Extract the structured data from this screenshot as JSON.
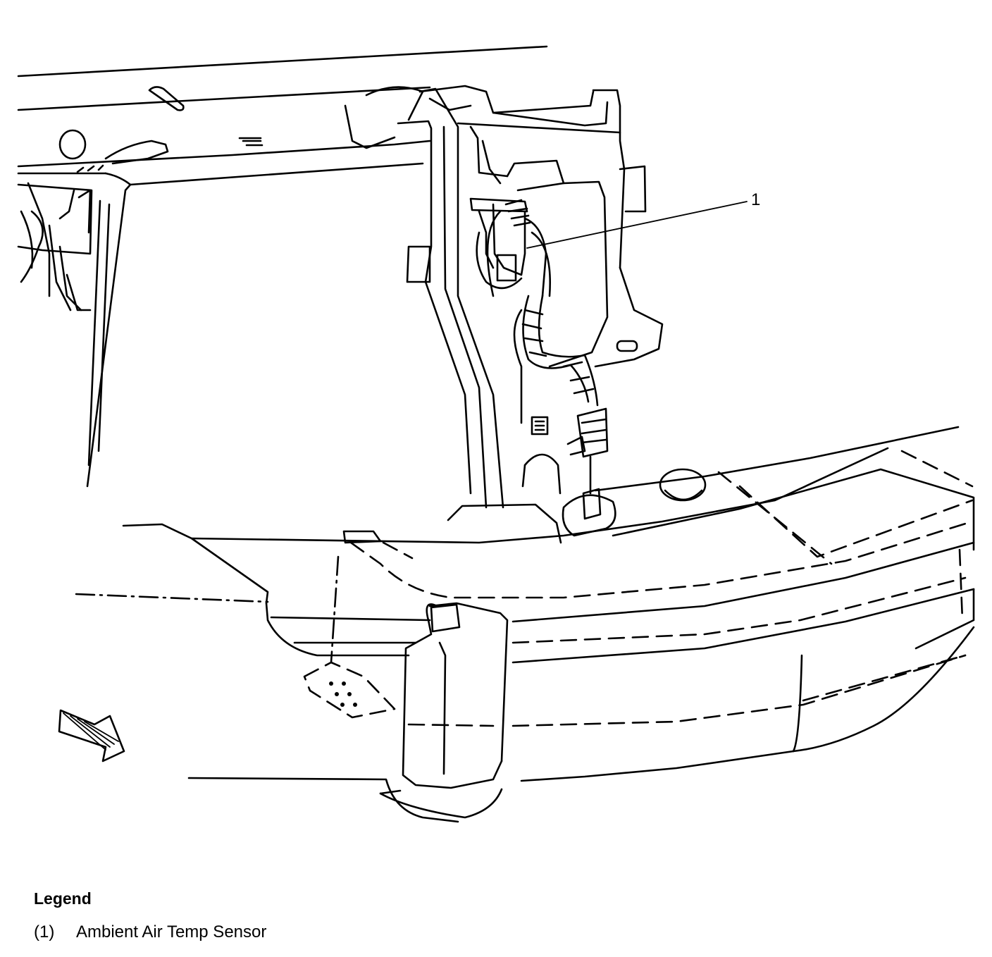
{
  "diagram": {
    "callouts": [
      {
        "number": "1"
      }
    ]
  },
  "legend": {
    "title": "Legend",
    "items": [
      {
        "number": "(1)",
        "label": "Ambient Air Temp Sensor"
      }
    ]
  }
}
